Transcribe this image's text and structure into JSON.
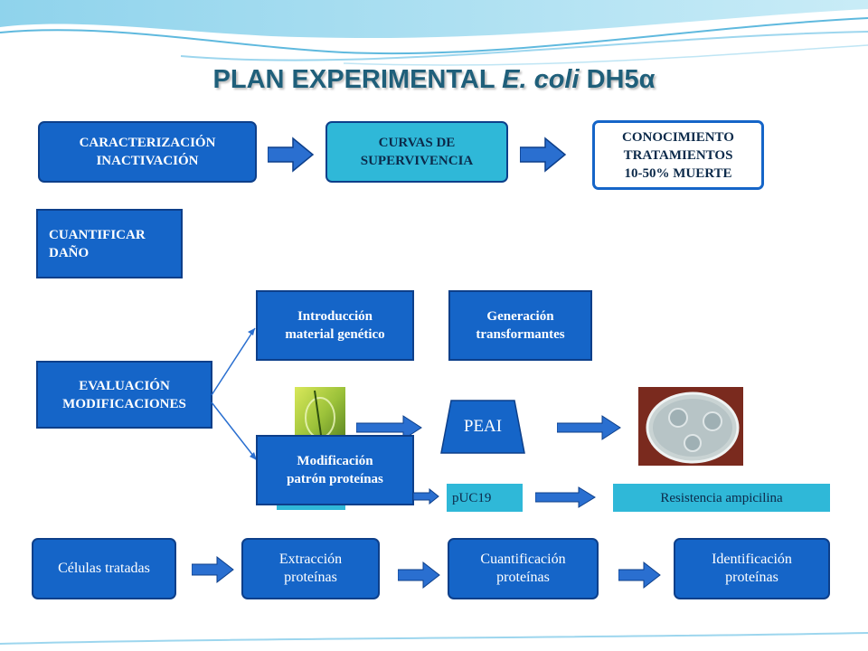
{
  "title": {
    "main": "PLAN EXPERIMENTAL",
    "italic": "E. coli",
    "suffix": "DH5α"
  },
  "row1": {
    "box1": [
      "CARACTERIZACIÓN",
      "INACTIVACIÓN"
    ],
    "box2": [
      "CURVAS DE",
      "SUPERVIVENCIA"
    ],
    "box3": [
      "CONOCIMIENTO",
      "TRATAMIENTOS",
      "10-50% MUERTE"
    ]
  },
  "cuantificar": [
    "CUANTIFICAR",
    "DAÑO"
  ],
  "evaluacion": [
    "EVALUACIÓN",
    "MODIFICACIONES"
  ],
  "introduccion": [
    "Introducción",
    "material genético"
  ],
  "generacion": [
    "Generación",
    "transformantes"
  ],
  "modificacion": [
    "Modificación",
    "patrón proteínas"
  ],
  "peai": "PEAI",
  "puc19": "pUC19",
  "resistencia": "Resistencia ampicilina",
  "bottom": {
    "b1": "Células tratadas",
    "b2": [
      "Extracción",
      "proteínas"
    ],
    "b3": [
      "Cuantificación",
      "proteínas"
    ],
    "b4": [
      "Identificación",
      "proteínas"
    ]
  },
  "colors": {
    "dark": "#1565c8",
    "light": "#2fb8d8",
    "arrow": "#2a6fd0",
    "title": "#1f5f7a"
  }
}
